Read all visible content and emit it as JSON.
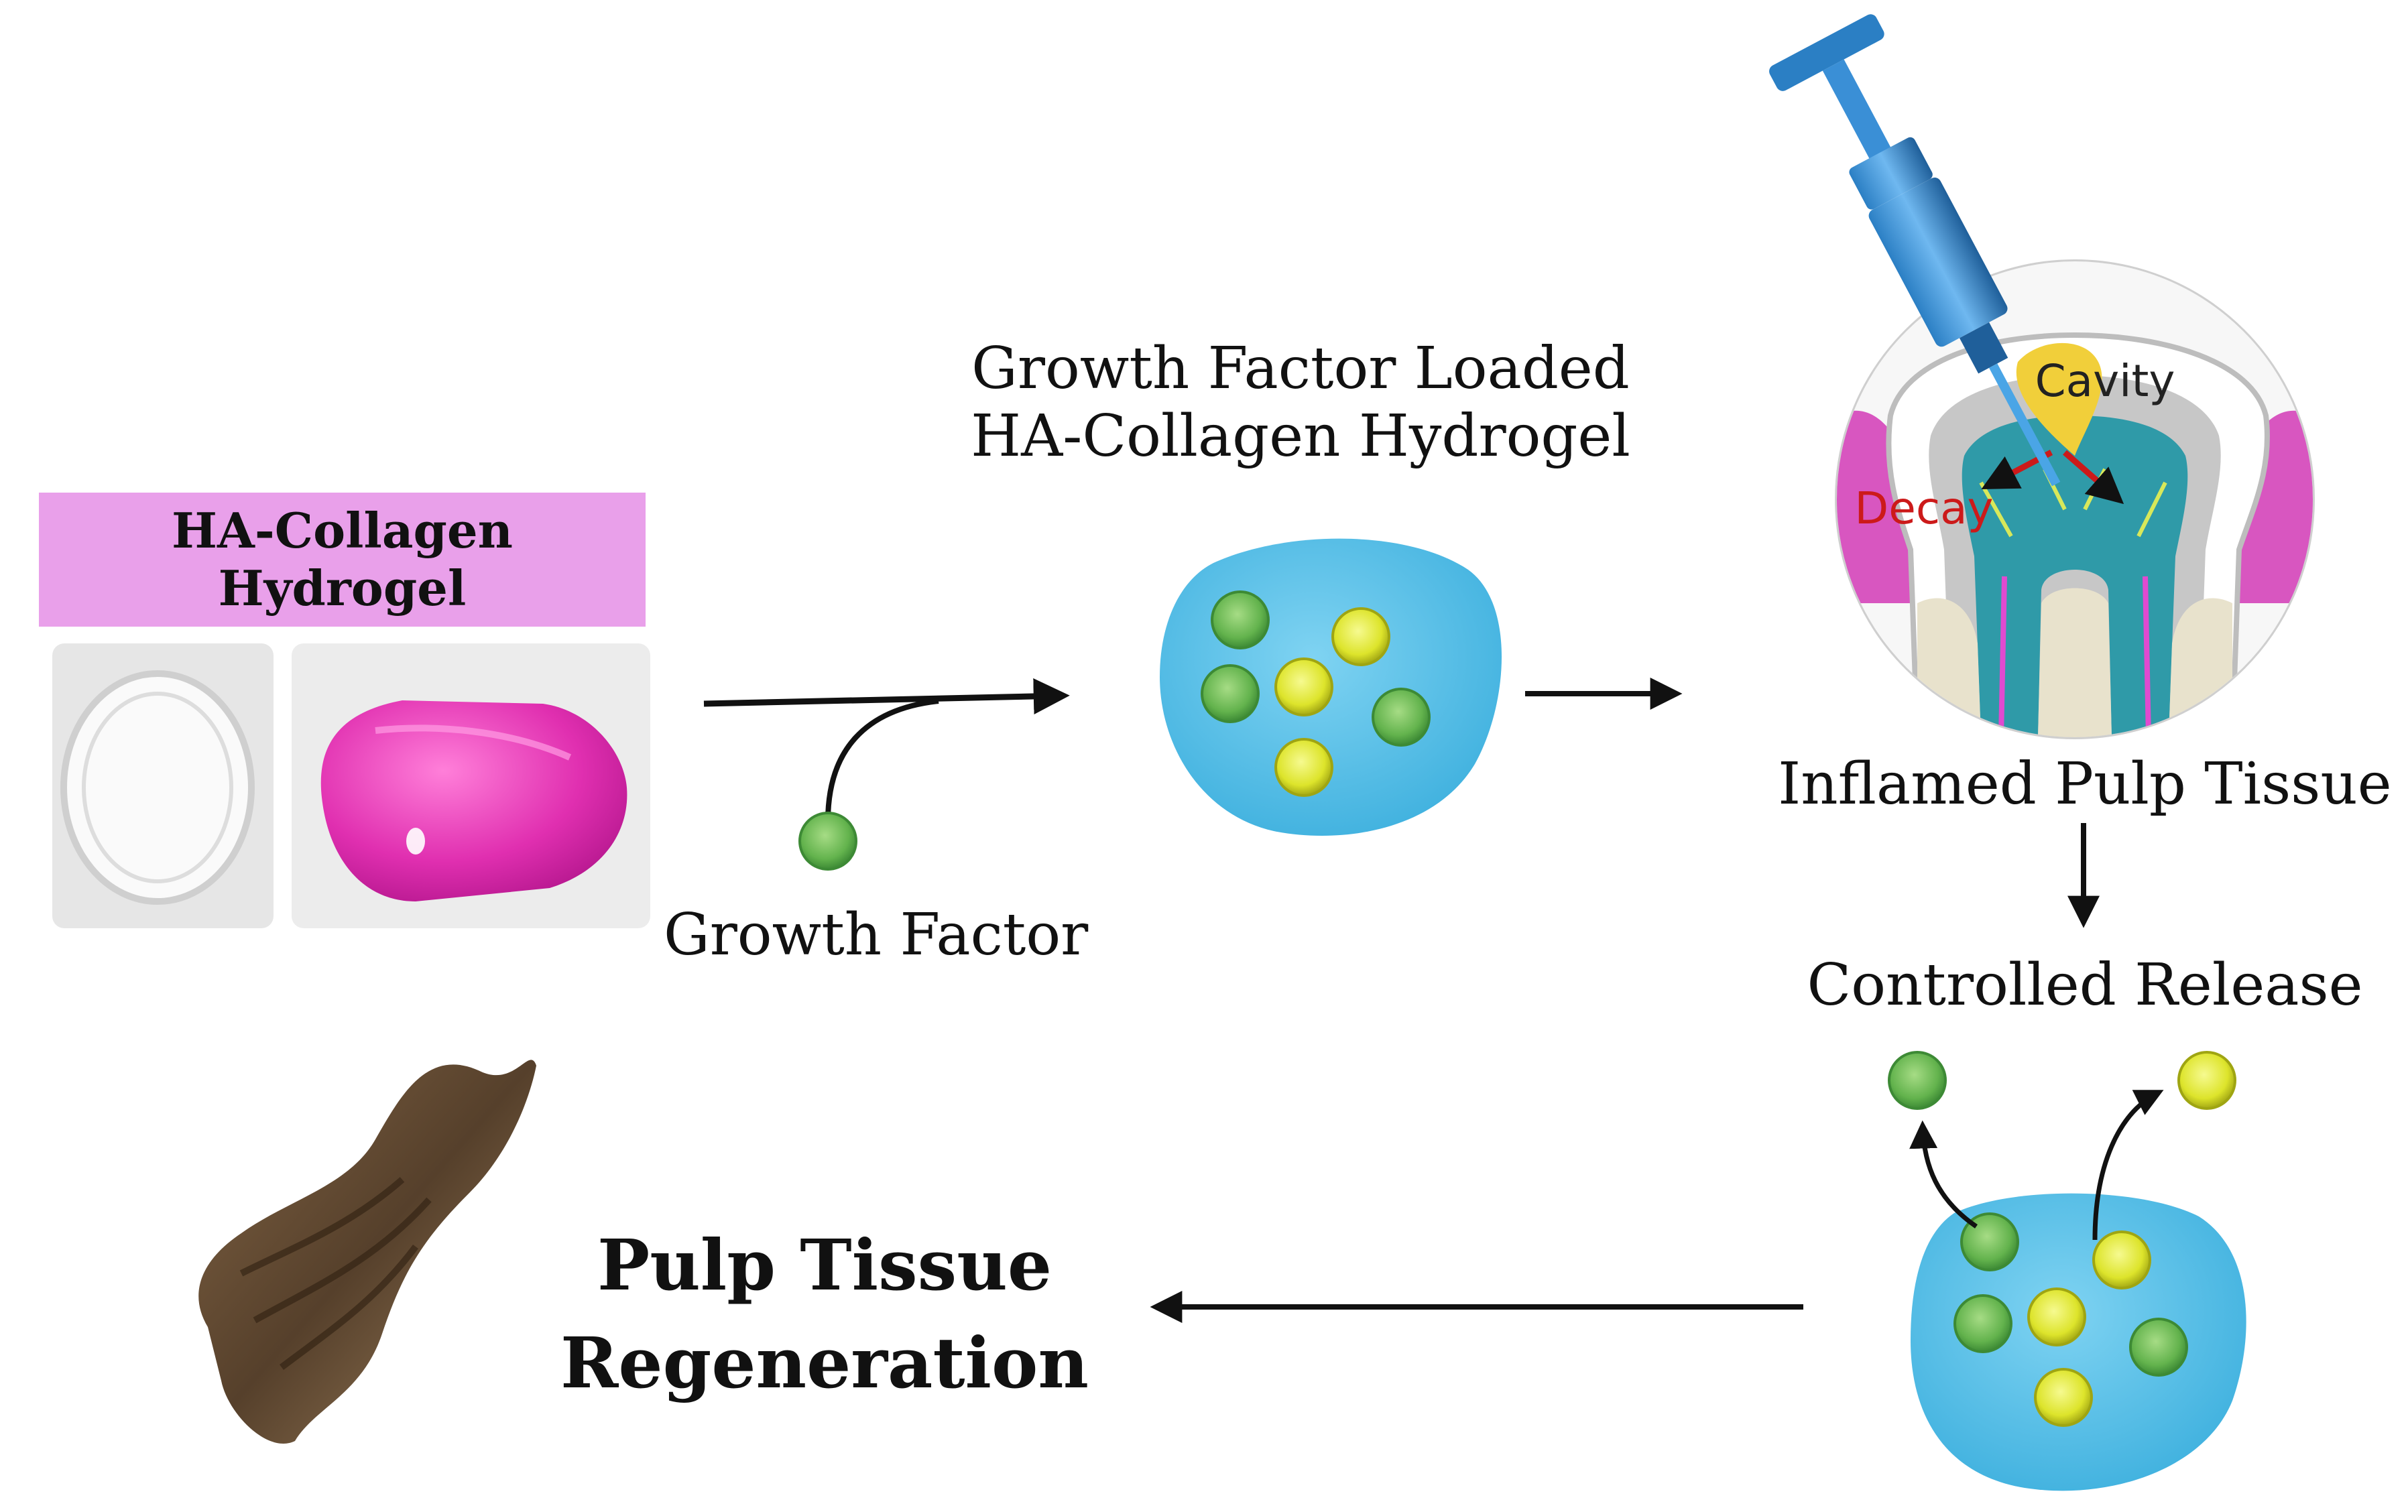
{
  "hydrogel_panel": {
    "label_line1": "HA-Collagen",
    "label_line2": "Hydrogel",
    "label_bg": "#e9a0ea",
    "clear_gel_color": "#f2f2f2",
    "pink_gel_color": "#e02fb0"
  },
  "growth_factor_label": "Growth Factor",
  "loaded_hydrogel": {
    "label_line1": "Growth Factor Loaded",
    "label_line2": "HA-Collagen Hydrogel",
    "gel_color": "#4dbde8"
  },
  "tooth": {
    "cavity_label": "Cavity",
    "decay_label": "Decay",
    "caption": "Inflamed Pulp Tissue",
    "decay_color": "#cc1a1a"
  },
  "release": {
    "label": "Controlled Release"
  },
  "result": {
    "label_line1": "Pulp Tissue",
    "label_line2": "Regeneration"
  },
  "colors": {
    "green_particle": "#6fbe5a",
    "yellow_particle": "#e3ea2a",
    "arrow": "#111111"
  }
}
